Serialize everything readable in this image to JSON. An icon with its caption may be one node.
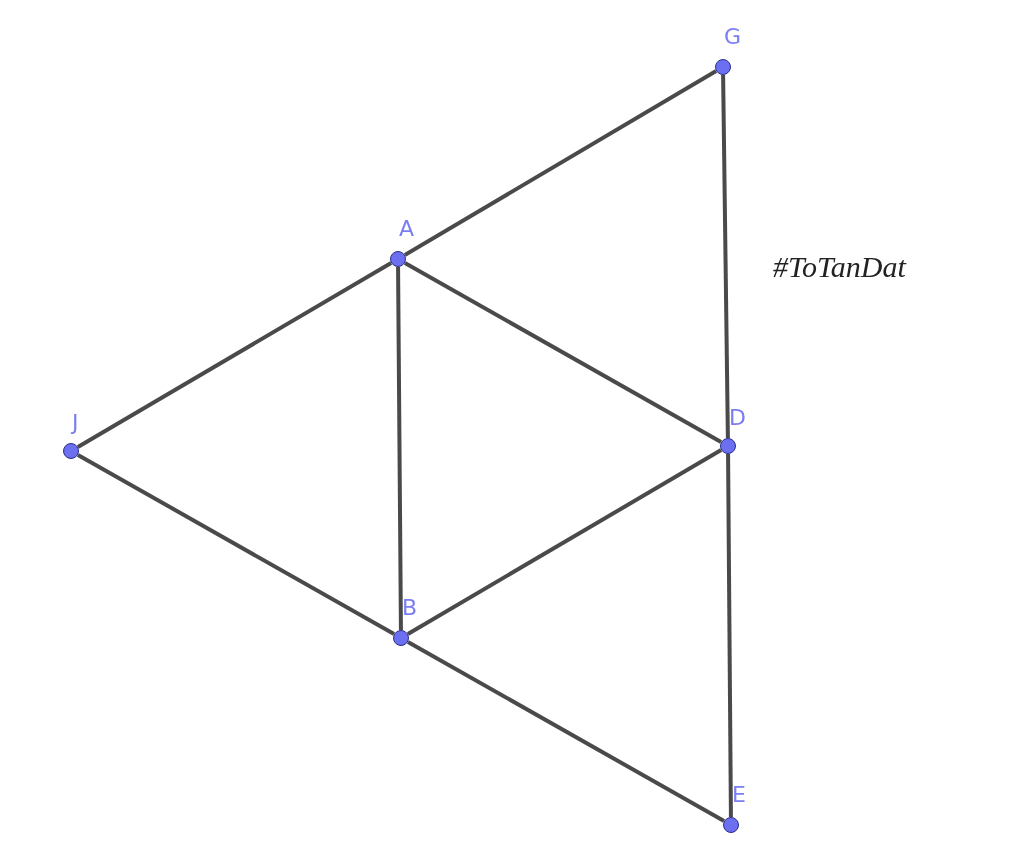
{
  "diagram": {
    "nodes": [
      {
        "text": [
          "G"
        ]
      },
      {
        "text": [
          "A"
        ]
      },
      {
        "text": [
          "J"
        ]
      },
      {
        "text": [
          "D"
        ]
      },
      {
        "text": [
          "B"
        ]
      },
      {
        "text": [
          "E"
        ]
      }
    ],
    "edges": [
      {
        "from": 1,
        "to": 0,
        "arrow": "none"
      },
      {
        "from": 0,
        "to": 3,
        "arrow": "none"
      },
      {
        "from": 2,
        "to": 1,
        "arrow": "none"
      },
      {
        "from": 1,
        "to": 4,
        "arrow": "none"
      },
      {
        "from": 1,
        "to": 3,
        "arrow": "none"
      },
      {
        "from": 2,
        "to": 4,
        "arrow": "none"
      },
      {
        "from": 4,
        "to": 3,
        "arrow": "none"
      },
      {
        "from": 3,
        "to": 5,
        "arrow": "none"
      },
      {
        "from": 4,
        "to": 5,
        "arrow": "none"
      }
    ],
    "labels": [
      "#ToTanDat"
    ]
  }
}
